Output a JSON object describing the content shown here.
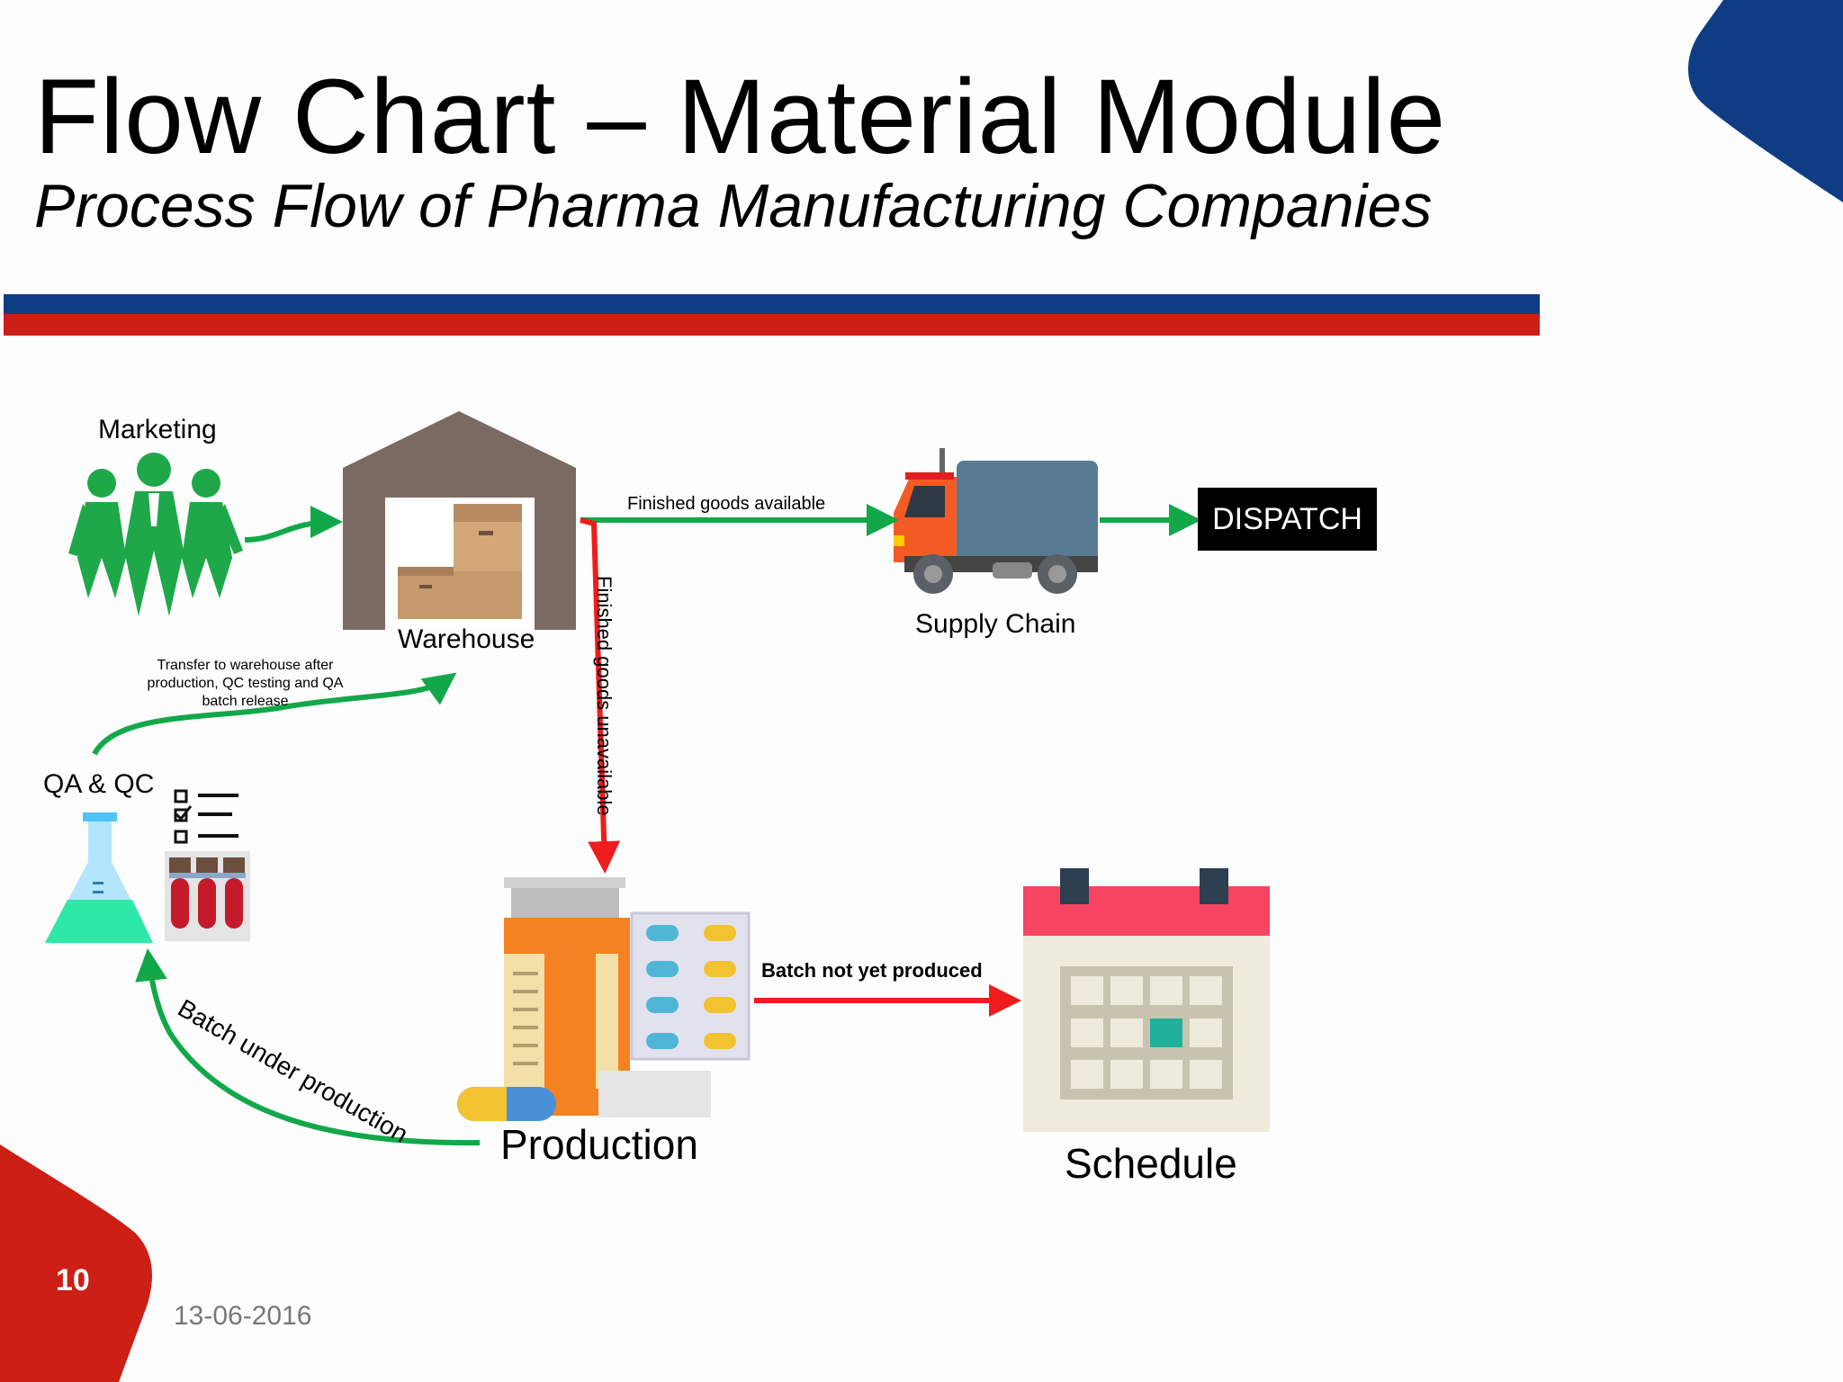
{
  "header": {
    "title": "Flow Chart – Material Module",
    "subtitle": "Process Flow of Pharma Manufacturing Companies"
  },
  "nodes": {
    "marketing": "Marketing",
    "warehouse": "Warehouse",
    "supply_chain": "Supply Chain",
    "dispatch": "DISPATCH",
    "qa_qc": "QA & QC",
    "production": "Production",
    "schedule": "Schedule"
  },
  "connectors": {
    "finished_available": "Finished goods available",
    "finished_unavailable": "Finished goods unavailable",
    "transfer_to_warehouse": "Transfer to warehouse after production, QC testing and QA batch release",
    "batch_under_production": "Batch under production",
    "batch_not_produced": "Batch not yet produced"
  },
  "footer": {
    "page_number": "10",
    "date": "13-06-2016"
  },
  "colors": {
    "green": "#12a84a",
    "red": "#ee1c1c",
    "brand_blue": "#0e3d84",
    "brand_red": "#cc1f16"
  }
}
